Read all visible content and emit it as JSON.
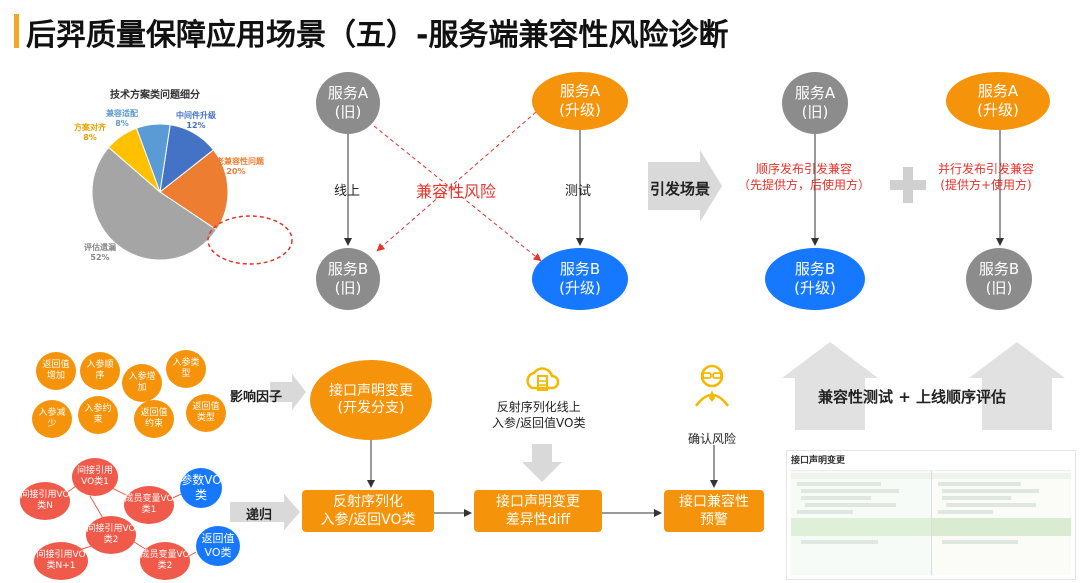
{
  "title": "后羿质量保障应用场景（五）-服务端兼容性风险诊断",
  "pie": {
    "title": "技术方案类问题细分",
    "colors": [
      "#4472c4",
      "#ed7d31",
      "#a5a5a5",
      "#ffc000",
      "#5b9bd5"
    ]
  },
  "chart_data": {
    "type": "pie",
    "title": "技术方案类问题细分",
    "categories": [
      "中间件升级",
      "新老兼容性问题",
      "评估遗漏",
      "方案对齐",
      "兼容适配"
    ],
    "values": [
      12,
      20,
      52,
      8,
      8
    ],
    "labels": [
      "12%",
      "20%",
      "52%",
      "8%",
      "8%"
    ]
  },
  "scenario": {
    "svcA_old": [
      "服务A",
      "(旧)"
    ],
    "svcA_up": [
      "服务A",
      "(升级)"
    ],
    "svcB_old": [
      "服务B",
      "(旧)"
    ],
    "svcB_up": [
      "服务B",
      "(升级)"
    ],
    "online": "线上",
    "test": "测试",
    "risk": "兼容性风险",
    "trigger": "引发场景"
  },
  "right": {
    "svcA_old": [
      "服务A",
      "(旧)"
    ],
    "svcB_up": [
      "服务B",
      "(升级)"
    ],
    "svcA_up": [
      "服务A",
      "(升级)"
    ],
    "svcB_old": [
      "服务B",
      "(旧)"
    ],
    "seq_release": [
      "顺序发布引发兼容",
      "（先提供方，后使用方）"
    ],
    "par_release": [
      "并行发布引发兼容",
      "(提供方+使用方)"
    ],
    "plus": "+",
    "eval": "兼容性测试 + 上线顺序评估"
  },
  "factors": {
    "items": [
      "返回值增加",
      "入参顺序",
      "入参增加",
      "入参类型",
      "入参减少",
      "入参约束",
      "返回值约束",
      "返回值类型"
    ],
    "influence": "影响因子",
    "recursion": "递归",
    "chain": [
      "间接引用VO类1",
      "间接引用VO类N",
      "成员变量VO类1",
      "间接引用VO类2",
      "间接引用VO类N+1",
      "成员变量VO类2"
    ],
    "param_vo": "参数VO类",
    "return_vo": "返回值VO类"
  },
  "flow": {
    "change": [
      "接口声明变更",
      "(开发分支)"
    ],
    "reflect": [
      "反射序列化",
      "入参/返回VO类"
    ],
    "diff": [
      "接口声明变更",
      "差异性diff"
    ],
    "warn": [
      "接口兼容性",
      "预警"
    ],
    "cloud_label": [
      "反射序列化线上",
      "入参/返回值VO类"
    ],
    "confirm": "确认风险"
  },
  "code_panel": {
    "title": "接口声明变更"
  }
}
